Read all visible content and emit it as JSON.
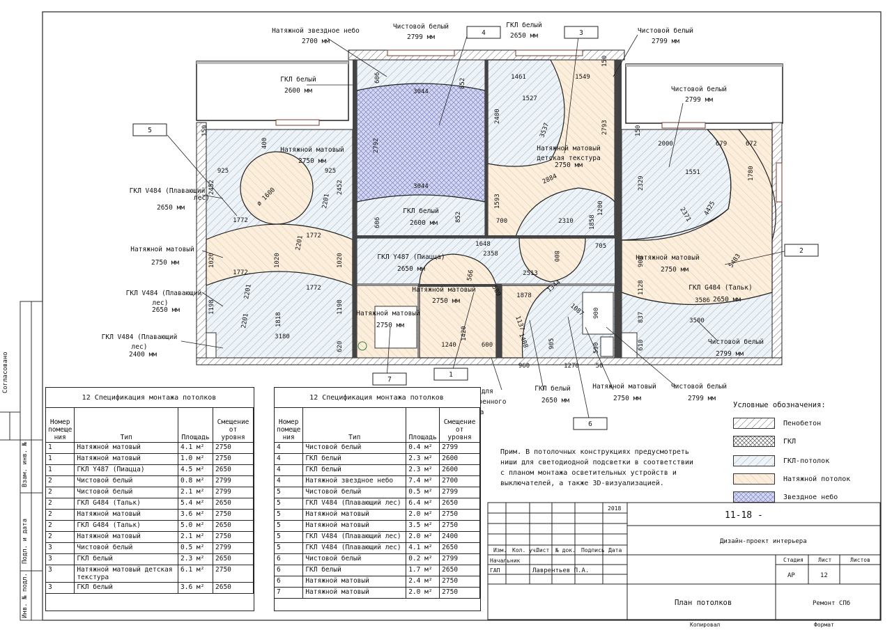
{
  "callouts": [
    "1",
    "2",
    "3",
    "4",
    "5",
    "6",
    "7"
  ],
  "plan_labels": {
    "l1": "Натяжной звездное небо",
    "l1v": "2700 мм",
    "l2": "Чистовой белый",
    "l2v": "2799 мм",
    "l3": "ГКЛ белый",
    "l3v": "2650 мм",
    "l4": "Чистовой белый",
    "l4v": "2799 мм",
    "l5": "ГКЛ белый",
    "l5v": "2600 мм",
    "l6": "Чистовой белый",
    "l6v": "2799 мм",
    "l7": "Натяжной матовый",
    "l7v": "2750 мм",
    "l8": "Натяжной матовый",
    "l8b": "детская текстура",
    "l8v": "2750 мм",
    "l9a": "ГКЛ V484 (Плавающий",
    "l9b": "лес)",
    "l9v": "2650 мм",
    "l10": "Натяжной матовый",
    "l10v": "2750 мм",
    "l11a": "ГКЛ V484 (Плавающий",
    "l11b": "лес)",
    "l11v": "2650 мм",
    "l12a": "ГКЛ V484 (Плавающий",
    "l12b": "лес)",
    "l12v": "2400 мм",
    "l13": "ГКЛ белый",
    "l13v": "2600 мм",
    "l14": "ГКЛ Y487 (Пиацца)",
    "l14v": "2650 мм",
    "l15": "Натяжной матовый",
    "l15v": "2750 мм",
    "l16": "Натяжной матовый",
    "l16v": "2750 мм",
    "l17": "Натяжной матовый",
    "l17v": "2750 мм",
    "l18": "ГКЛ G484 (Тальк)",
    "l18v": "2650 мм",
    "l19": "Чистовой белый",
    "l19v": "2799 мм",
    "l20": "ГКЛ белый",
    "l20v": "2650 мм",
    "l21": "Натяжной матовый",
    "l21v": "2750 мм",
    "l22": "Чистовой белый",
    "l22v": "2799 мм",
    "l23a": "Зона для",
    "l23b": "встроенного",
    "l23c": "шкафа"
  },
  "dims": {
    "d1": "3044",
    "d2": "3044",
    "d3": "2792",
    "d4": "852",
    "d5": "852",
    "d6": "606",
    "d7": "606",
    "d8": "1461",
    "d9": "1549",
    "d10": "1527",
    "d11": "2400",
    "d12": "3537",
    "d13": "2793",
    "d14": "2884",
    "d15": "1593",
    "d16": "700",
    "d17": "2310",
    "d18": "1200",
    "d19": "1858",
    "d20": "2000",
    "d21": "679",
    "d22": "672",
    "d23": "1551",
    "d24": "2329",
    "d25": "1780",
    "d26": "2371",
    "d27": "4425",
    "d28": "5483",
    "d29": "3586",
    "d30": "3500",
    "d31": "900",
    "d32": "837",
    "d33": "610",
    "d34": "1128",
    "d35": "925",
    "d36": "925",
    "d37": "400",
    "d38": "ø 1600",
    "d39": "2452",
    "d40": "2452",
    "d41": "2201",
    "d42": "1772",
    "d43": "1772",
    "d44": "2201",
    "d45": "1772",
    "d46": "1772",
    "d47": "1020",
    "d48": "1020",
    "d49": "1020",
    "d50": "2201",
    "d51": "2201",
    "d52": "1198",
    "d53": "1818",
    "d54": "1198",
    "d55": "3180",
    "d56": "620",
    "d57": "1648",
    "d58": "2358",
    "d59": "2513",
    "d60": "800",
    "d61": "705",
    "d62": "566",
    "d63": "589",
    "d64": "1420",
    "d65": "1240",
    "d66": "600",
    "d67": "1878",
    "d68": "1344",
    "d69": "1087",
    "d70": "1137",
    "d71": "905",
    "d72": "1408",
    "d73": "900",
    "d74": "590",
    "d75": "960",
    "d76": "1270",
    "d77": "50",
    "d78": "150",
    "d79": "150",
    "d80": "150"
  },
  "spec_left": {
    "title": "12 Спецификация монтажа потолков",
    "headers": [
      "Номер помеще ния",
      "Тип",
      "Площадь",
      "Смещение от уровня"
    ],
    "rows": [
      [
        "1",
        "Натяжной матовый",
        "4.1 м²",
        "2750"
      ],
      [
        "1",
        "Натяжной матовый",
        "1.0 м²",
        "2750"
      ],
      [
        "1",
        "ГКЛ Y487 (Пиацца)",
        "4.5 м²",
        "2650"
      ],
      [
        "2",
        "Чистовой белый",
        "0.8 м²",
        "2799"
      ],
      [
        "2",
        "Чистовой белый",
        "2.1 м²",
        "2799"
      ],
      [
        "2",
        "ГКЛ G484 (Тальк)",
        "5.4 м²",
        "2650"
      ],
      [
        "2",
        "Натяжной матовый",
        "3.6 м²",
        "2750"
      ],
      [
        "2",
        "ГКЛ G484 (Тальк)",
        "5.0 м²",
        "2650"
      ],
      [
        "2",
        "Натяжной матовый",
        "2.1 м²",
        "2750"
      ],
      [
        "3",
        "Чистовой белый",
        "0.5 м²",
        "2799"
      ],
      [
        "3",
        "ГКЛ белый",
        "2.3 м²",
        "2650"
      ],
      [
        "3",
        "Натяжной матовый детская текстура",
        "6.1 м²",
        "2750"
      ],
      [
        "3",
        "ГКЛ белый",
        "3.6 м²",
        "2650"
      ]
    ]
  },
  "spec_right": {
    "title": "12 Спецификация монтажа потолков",
    "headers": [
      "Номер помеще ния",
      "Тип",
      "Площадь",
      "Смещение от уровня"
    ],
    "rows": [
      [
        "4",
        "Чистовой белый",
        "0.4 м²",
        "2799"
      ],
      [
        "4",
        "ГКЛ белый",
        "2.3 м²",
        "2600"
      ],
      [
        "4",
        "ГКЛ белый",
        "2.3 м²",
        "2600"
      ],
      [
        "4",
        "Натяжной звездное небо",
        "7.4 м²",
        "2700"
      ],
      [
        "5",
        "Чистовой белый",
        "0.5 м²",
        "2799"
      ],
      [
        "5",
        "ГКЛ V484 (Плавающий лес)",
        "6.4 м²",
        "2650"
      ],
      [
        "5",
        "Натяжной матовый",
        "2.0 м²",
        "2750"
      ],
      [
        "5",
        "Натяжной матовый",
        "3.5 м²",
        "2750"
      ],
      [
        "5",
        "ГКЛ V484 (Плавающий лес)",
        "2.0 м²",
        "2400"
      ],
      [
        "5",
        "ГКЛ V484 (Плавающий лес)",
        "4.1 м²",
        "2650"
      ],
      [
        "6",
        "Чистовой белый",
        "0.2 м²",
        "2799"
      ],
      [
        "6",
        "ГКЛ белый",
        "1.7 м²",
        "2650"
      ],
      [
        "6",
        "Натяжной матовый",
        "2.4 м²",
        "2750"
      ],
      [
        "7",
        "Натяжной матовый",
        "2.0 м²",
        "2750"
      ]
    ]
  },
  "note": {
    "l1": "Прим. В потолочных конструкциях предусмотреть",
    "l2": "ниши для светодиодной подсветки в соответствии",
    "l3": "с планом монтажа осветительных устройств и",
    "l4": "выключателей, а также 3D-визуализацией."
  },
  "legend": {
    "title": "Условные обозначения:",
    "items": [
      {
        "label": "Пенобетон",
        "color": "#ffffff"
      },
      {
        "label": "ГКЛ",
        "color": "#ffffff"
      },
      {
        "label": "ГКЛ-потолок",
        "color": "#ffffff"
      },
      {
        "label": "Натяжной потолок",
        "color": "#fbe7cc"
      },
      {
        "label": "Звездное небо",
        "color": "#d8dcf3"
      }
    ]
  },
  "titleblock": {
    "year": "2018",
    "code": "11-18 -",
    "project": "Дизайн-проект интерьера",
    "cols": [
      "Изм.",
      "Кол. уч.",
      "Лист",
      "№ док.",
      "Подпись",
      "Дата"
    ],
    "role1": "Начальник",
    "role2": "ГАП",
    "person": "Лаврентьев П.А.",
    "stage_h": "Стадия",
    "sheet_h": "Лист",
    "sheets_h": "Листов",
    "stage": "АР",
    "sheet": "12",
    "drawing": "План потолков",
    "org": "Ремонт СПб",
    "copied": "Копировал",
    "format": "Формат"
  },
  "sidebar": {
    "s1": "Согласовано",
    "s2": "Взам. инв. №",
    "s3": "Подп. и дата",
    "s4": "Инв. № подл."
  }
}
